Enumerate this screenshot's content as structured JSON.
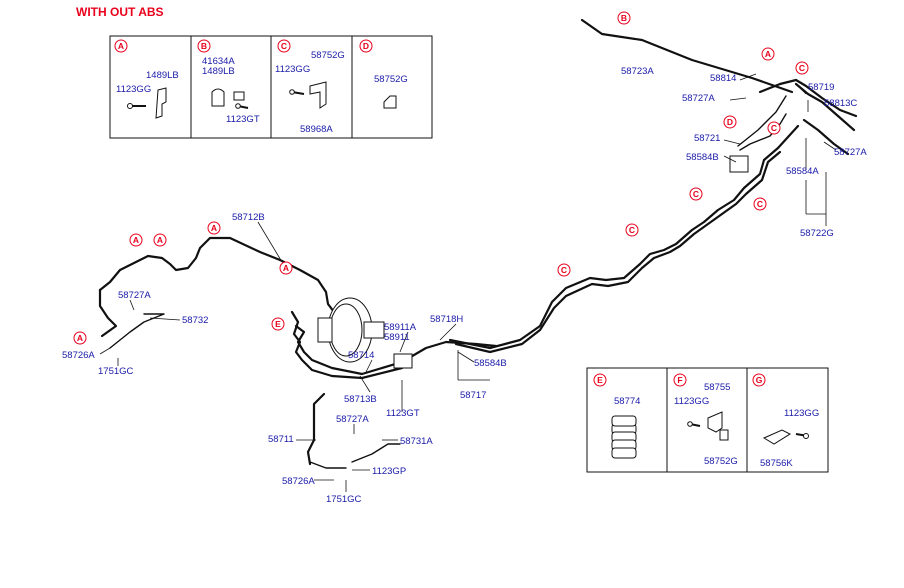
{
  "title": "WITH OUT ABS",
  "detail_boxes": {
    "top": [
      {
        "letter": "A",
        "parts": [
          "1489LB",
          "1123GG"
        ]
      },
      {
        "letter": "B",
        "parts": [
          "41634A",
          "1489LB",
          "1123GT"
        ]
      },
      {
        "letter": "C",
        "parts": [
          "58752G",
          "1123GG",
          "58968A"
        ]
      },
      {
        "letter": "D",
        "parts": [
          "58752G"
        ]
      }
    ],
    "bottom": [
      {
        "letter": "E",
        "parts": [
          "58774"
        ]
      },
      {
        "letter": "F",
        "parts": [
          "58755",
          "1123GG",
          "58752G"
        ]
      },
      {
        "letter": "G",
        "parts": [
          "1123GG",
          "58756K"
        ]
      }
    ]
  },
  "callout_letters": [
    "A",
    "A",
    "A",
    "A",
    "A",
    "A",
    "A",
    "B",
    "B",
    "C",
    "C",
    "C",
    "C",
    "C",
    "C",
    "C",
    "D",
    "D",
    "E",
    "E",
    "F",
    "G"
  ],
  "part_numbers": [
    "58712B",
    "58727A",
    "58732",
    "58726A",
    "1751GC",
    "58714",
    "58713B",
    "58911A",
    "58911",
    "1123GT",
    "58718H",
    "58584B",
    "58717",
    "58711",
    "58727A",
    "58731A",
    "1123GP",
    "58726A",
    "1751GC",
    "58723A",
    "58814",
    "58727A",
    "58721",
    "58584B",
    "58719",
    "58813C",
    "58727A",
    "58584A",
    "58722G"
  ]
}
